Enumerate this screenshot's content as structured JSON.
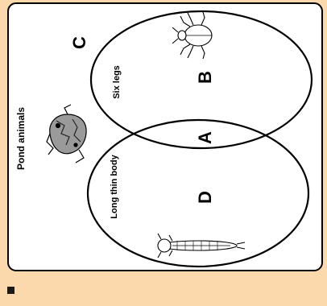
{
  "diagram": {
    "title": "Pond animals",
    "sets": [
      {
        "label": "Six legs"
      },
      {
        "label": "Long thin body"
      }
    ],
    "regions": {
      "outside": "C",
      "six_legs_only": "B",
      "both": "A",
      "long_thin_body_only": "D"
    },
    "animals": [
      {
        "icon": "water-beetle-icon"
      },
      {
        "icon": "frog-icon"
      },
      {
        "icon": "dragonfly-larva-icon"
      }
    ]
  },
  "colors": {
    "page_background": "#fbd9ad",
    "panel_background": "#ffffff",
    "ink": "#000000"
  }
}
